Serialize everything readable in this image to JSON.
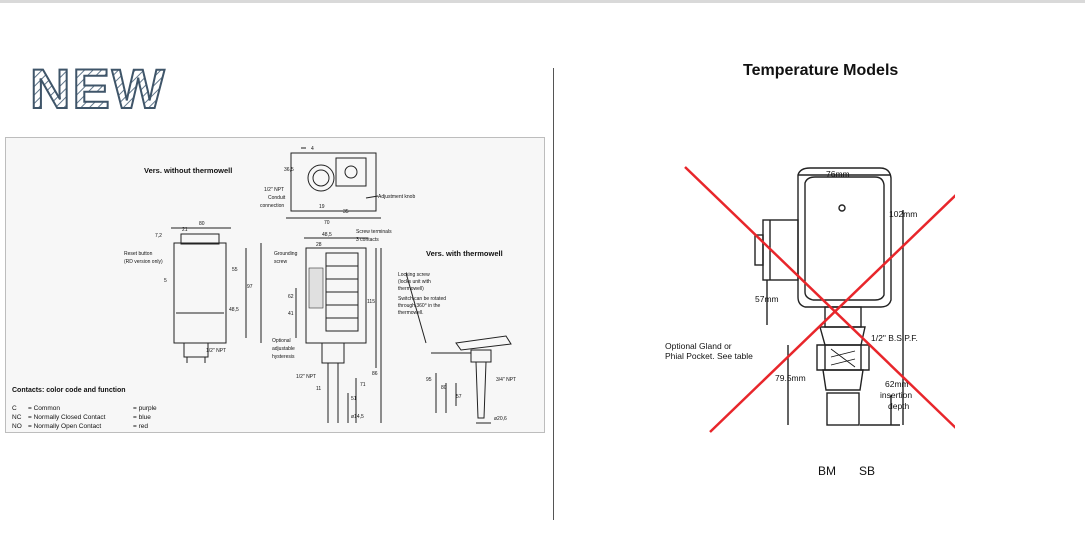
{
  "logo": {
    "text": "NEW"
  },
  "left_diagram": {
    "title_without": "Vers. without thermowell",
    "title_with": "Vers. with thermowell",
    "labels": {
      "npt_conduit_1": "1/2\" NPT",
      "npt_conduit_2": "Conduit",
      "npt_conduit_3": "connection",
      "adjustment_knob": "Adjustment knob",
      "reset_1": "Reset button",
      "reset_2": "(RD version only)",
      "grounding_1": "Grounding",
      "grounding_2": "screw",
      "screw_terminals_1": "Screw terminals",
      "screw_terminals_2": "3 contacts",
      "locking_1": "Locking screw",
      "locking_2": "(locks unit with",
      "locking_3": "thermowell)",
      "locking_4": "Switch can be rotated",
      "locking_5": "through 360° in the",
      "locking_6": "thermowell.",
      "optional_1": "Optional",
      "optional_2": "adjustable",
      "optional_3": "hysteresis",
      "npt_bottom_left": "1/2\" NPT",
      "npt_bottom_mid": "1/2\" NPT",
      "npt_three_quarter": "3/4\" NPT"
    },
    "dims": {
      "d4": "4",
      "d36_5": "36,5",
      "d19": "19",
      "d35": "35",
      "d70": "70",
      "d80": "80",
      "d21": "21",
      "d7_2": "7,2",
      "d5": "5",
      "d55": "55",
      "d97": "97",
      "d48_5b": "48,5",
      "d48_5": "48,5",
      "d28": "28",
      "d62": "62",
      "d41": "41",
      "d115": "115",
      "d86": "86",
      "d71": "71",
      "d51": "51",
      "d11": "11",
      "d14_5": "ø14,5",
      "d95": "95",
      "d80b": "80",
      "d57": "57",
      "d20_6": "ø20,6"
    },
    "contacts": {
      "heading": "Contacts: color code and function",
      "rows": [
        {
          "code": "C",
          "desc": "= Common",
          "color": "= purple"
        },
        {
          "code": "NC",
          "desc": "= Normally Closed Contact",
          "color": "= blue"
        },
        {
          "code": "NO",
          "desc": "= Normally Open Contact",
          "color": "= red"
        }
      ]
    }
  },
  "right_diagram": {
    "title": "Temperature Models",
    "dims": {
      "d76": "76mm",
      "d102": "102mm",
      "d57": "57mm",
      "bspf": "1/2\" B.S.P.F.",
      "d79_5": "79.5mm",
      "insertion_1": "62mm",
      "insertion_2": "insertion",
      "insertion_3": "depth"
    },
    "gland_1": "Optional Gland or",
    "gland_2": "Phial Pocket. See table",
    "models": [
      "BM",
      "SB"
    ],
    "cross_color": "#e8262b"
  }
}
